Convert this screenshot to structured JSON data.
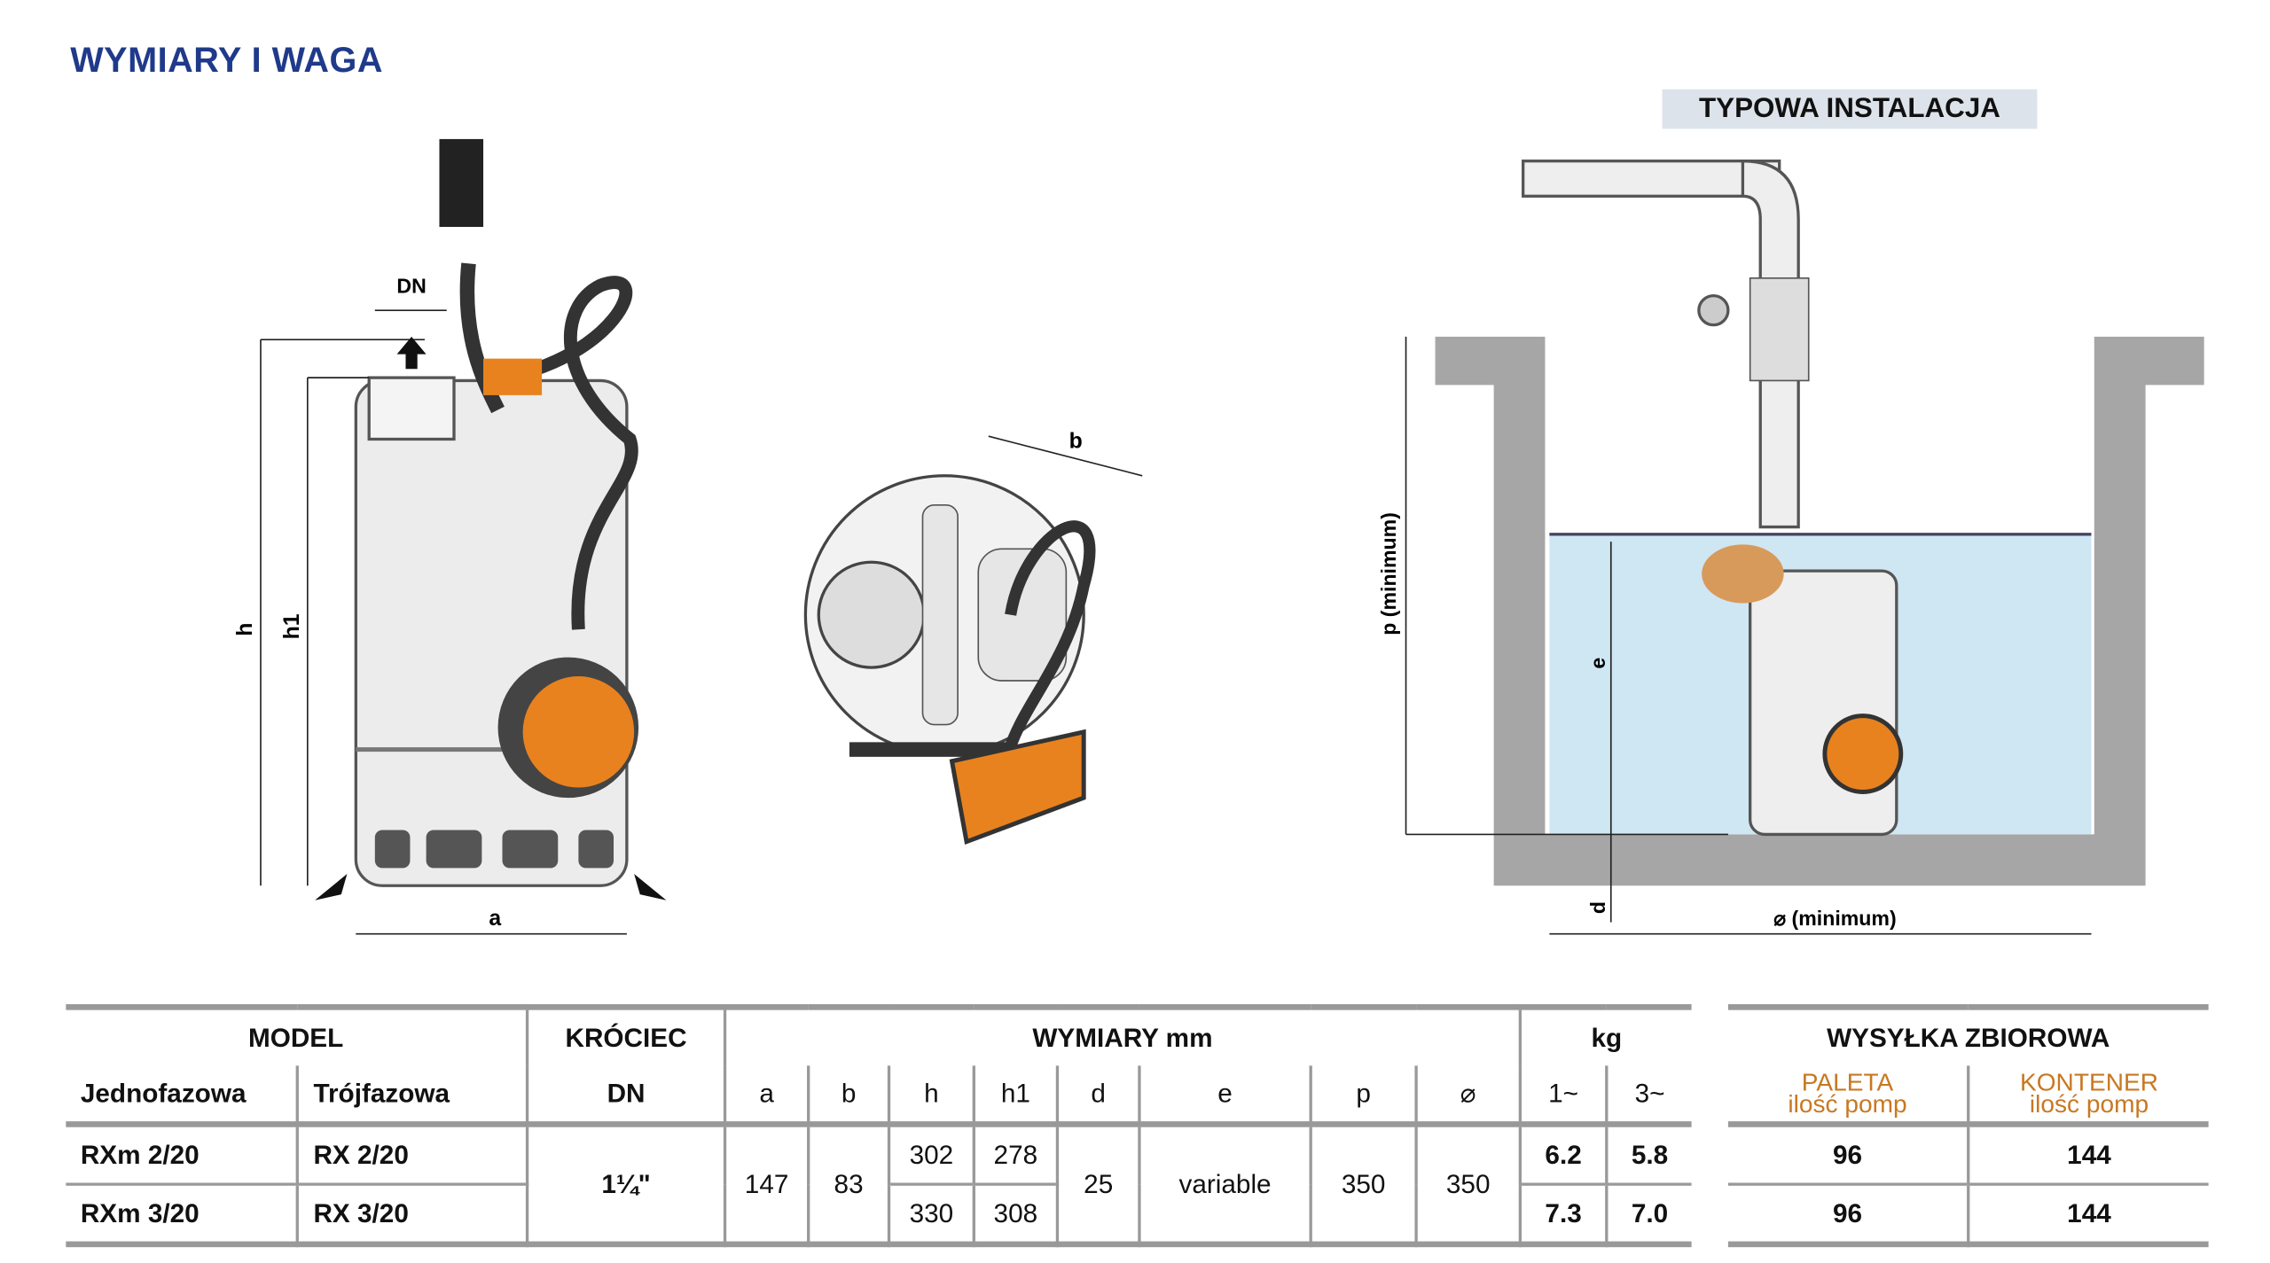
{
  "title": "WYMIARY I WAGA",
  "installation_label": "TYPOWA INSTALACJA",
  "pump_drawing_labels": {
    "dn": "DN",
    "h": "h",
    "h1": "h1",
    "a": "a",
    "b": "b"
  },
  "installation_drawing_labels": {
    "p": "p  (minimum)",
    "e": "e",
    "d": "d",
    "diameter": "⌀  (minimum)"
  },
  "colors": {
    "title": "#1f3a8a",
    "orange": "#e8821e",
    "water": "#cfe6f3",
    "concrete": "#a6a6a6"
  },
  "table": {
    "model_header": "MODEL",
    "single_phase_header": "Jednofazowa",
    "three_phase_header": "Trójfazowa",
    "outlet_header": "KRÓCIEC",
    "outlet_sub": "DN",
    "dimensions_header": "WYMIARY mm",
    "dim_columns": [
      "a",
      "b",
      "h",
      "h1",
      "d",
      "e",
      "p",
      "⌀"
    ],
    "weight_header": "kg",
    "weight_columns": [
      "1~",
      "3~"
    ],
    "rows": [
      {
        "single": "RXm 2/20",
        "three": "RX 2/20",
        "h": "302",
        "h1": "278",
        "kg1": "6.2",
        "kg3": "5.8"
      },
      {
        "single": "RXm 3/20",
        "three": "RX 3/20",
        "h": "330",
        "h1": "308",
        "kg1": "7.3",
        "kg3": "7.0"
      }
    ],
    "shared": {
      "dn": "1¼\"",
      "a": "147",
      "b": "83",
      "d": "25",
      "e": "variable",
      "p": "350",
      "diameter": "350"
    }
  },
  "shipping": {
    "header": "WYSYŁKA ZBIOROWA",
    "pallet_label": "PALETA",
    "container_label": "KONTENER",
    "qty_label": "ilość pomp",
    "rows": [
      {
        "pallet": "96",
        "container": "144"
      },
      {
        "pallet": "96",
        "container": "144"
      }
    ]
  }
}
